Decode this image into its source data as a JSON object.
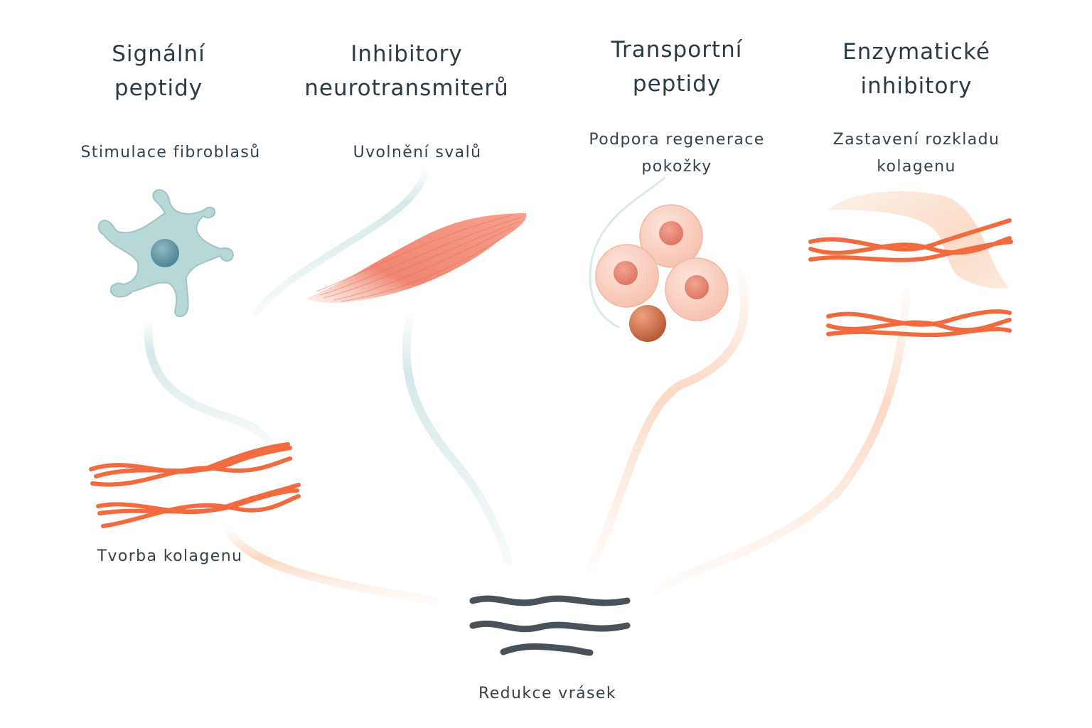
{
  "categories": [
    {
      "title": "Signální\npeptidy",
      "effect": "Stimulace fibroblasů",
      "outcome": "Tvorba kolagenu",
      "icon": "fibroblast-cell-icon",
      "color": "#a9cfd0"
    },
    {
      "title": "Inhibitory\nneurotransmiterů",
      "effect": "Uvolnění svalů",
      "icon": "muscle-fiber-icon",
      "color": "#f08b7a"
    },
    {
      "title": "Transportní\npeptidy",
      "effect": "Podpora regenerace\npokožky",
      "icon": "skin-cells-icon",
      "color": "#f6c9b8"
    },
    {
      "title": "Enzymatické\ninhibitory",
      "effect": "Zastavení rozkladu\nkolagenu",
      "icon": "collagen-shield-icon",
      "color": "#f7a46e"
    }
  ],
  "result": {
    "label": "Redukce vrásek",
    "icon": "wrinkles-icon",
    "color": "#4a5259"
  },
  "colors": {
    "collagen": "#f26b3e",
    "line_teal": "#cfe3e4",
    "line_peach": "#f8d6c2"
  }
}
